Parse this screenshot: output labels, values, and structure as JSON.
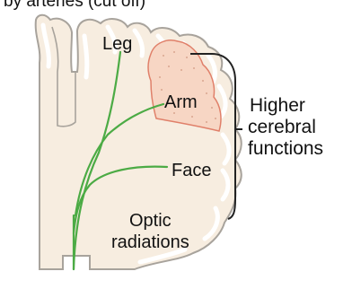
{
  "top_caption": "by arteries (cut off)",
  "labels": {
    "leg": "Leg",
    "arm": "Arm",
    "face": "Face",
    "optic_line1": "Optic",
    "optic_line2": "radiations",
    "higher_line1": "Higher",
    "higher_line2": "cerebral",
    "higher_line3": "functions"
  },
  "colors": {
    "brain_fill": "#f7ede0",
    "brain_outline": "#a8a39c",
    "cortex_rim": "#ffffff",
    "pathway": "#4cab45",
    "dotted_region_fill": "#f7d6c4",
    "dotted_region_outline": "#e0806a",
    "bracket": "#222222"
  }
}
